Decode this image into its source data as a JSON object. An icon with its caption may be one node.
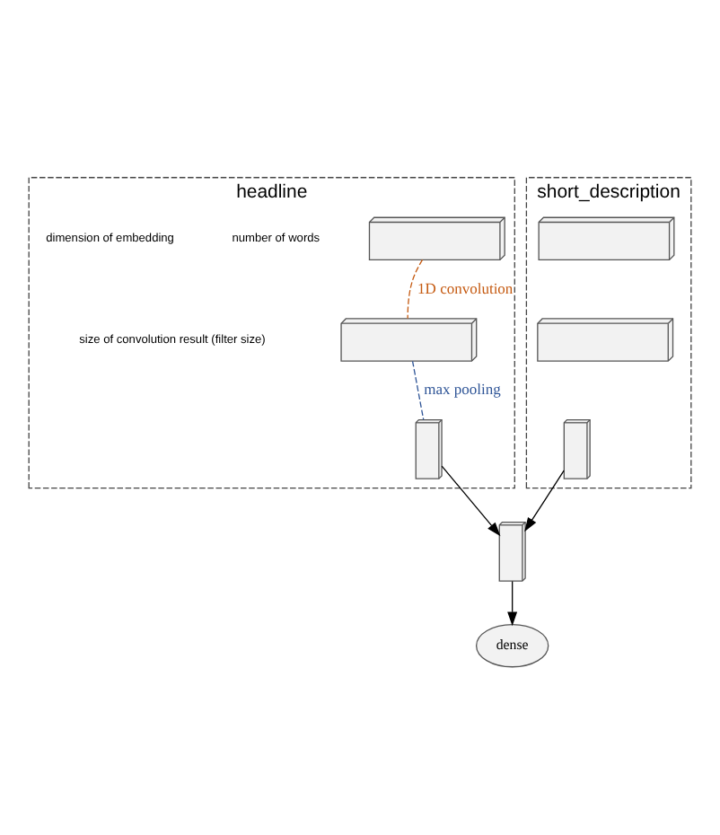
{
  "diagram": {
    "nodes": [
      {
        "text": [
          "headline"
        ]
      },
      {
        "text": [],
        "shape": "box",
        "in": 0
      },
      {
        "text": [],
        "shape": "box",
        "in": 0
      },
      {
        "text": [],
        "shape": "bar",
        "in": 0
      },
      {
        "text": [
          "short_description"
        ]
      },
      {
        "text": [],
        "shape": "box",
        "in": 4
      },
      {
        "text": [],
        "shape": "box",
        "in": 4
      },
      {
        "text": [],
        "shape": "bar",
        "in": 4
      },
      {
        "text": [],
        "shape": "bar"
      },
      {
        "text": [
          "dense"
        ]
      }
    ],
    "edges": [
      {
        "from": 1,
        "to": 2,
        "arrow": "none",
        "style": "dashed",
        "color": "#c55a11",
        "label": "1D convolution"
      },
      {
        "from": 2,
        "to": 3,
        "arrow": "none",
        "style": "dashed",
        "color": "#2f5597",
        "label": "max pooling"
      },
      {
        "from": 3,
        "to": 8,
        "arrow": "to"
      },
      {
        "from": 7,
        "to": 8,
        "arrow": "to"
      },
      {
        "from": 8,
        "to": 9,
        "arrow": "to"
      }
    ],
    "labels": [
      "number of words",
      "dimension of embedding",
      "size of convolution result (filter size)"
    ]
  }
}
